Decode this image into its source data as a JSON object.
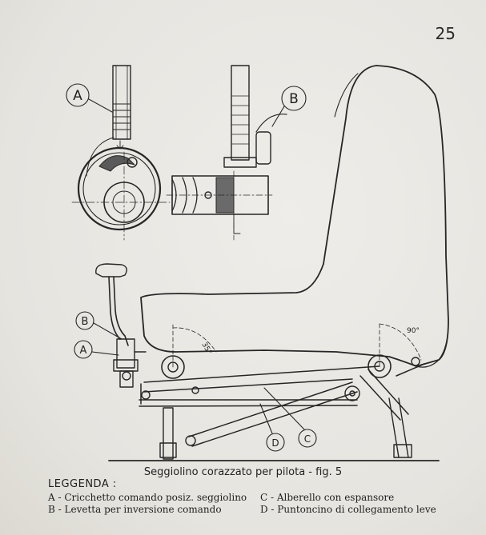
{
  "page_number": "25",
  "caption": "Seggiolino corazzato per pilota - fig. 5",
  "callout_labels": {
    "a": "A",
    "b": "B",
    "c": "C",
    "d": "D"
  },
  "dimension_labels": {
    "angle_seat": "90°",
    "angle_left": "35°"
  },
  "legend": {
    "title": "LEGGENDA :",
    "items": [
      {
        "key": "A",
        "text": "A - Cricchetto comando posiz. seggiolino"
      },
      {
        "key": "B",
        "text": "B - Levetta per inversione comando"
      },
      {
        "key": "C",
        "text": "C - Alberello con espansore"
      },
      {
        "key": "D",
        "text": "D - Puntoncino di collegamento leve"
      }
    ]
  }
}
